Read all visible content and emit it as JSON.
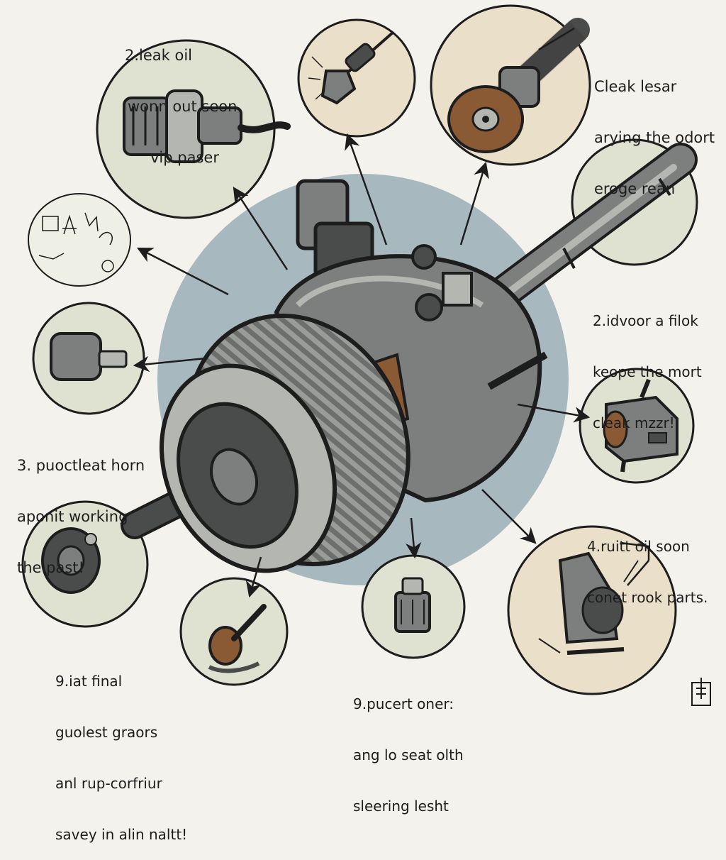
{
  "colors": {
    "background": "#f4f2ec",
    "hub_disc": "#a7b8be",
    "sage_circle": "#dfe2d1",
    "tan_circle": "#eadfc8",
    "metal_dark": "#4a4b4b",
    "metal_mid": "#7d7f7e",
    "metal_light": "#b4b6b2",
    "copper": "#8a5a34",
    "ink": "#1d1d1d"
  },
  "labels": {
    "top_left": [
      "2.leak oil",
      "wonn out seon",
      "vip paser"
    ],
    "top_right": [
      "Cleak lesar",
      "arying the odort",
      "eroge rean"
    ],
    "mid_right": [
      "2.idvoor a filok",
      "keope the mort",
      "cleak mzzr!"
    ],
    "mid_left": [
      "3. puoctleat horn",
      "aponit working",
      "the past!"
    ],
    "lower_right": [
      "4.ruitt oil soon",
      "conet rook parts."
    ],
    "bottom_left": [
      "9.iat final",
      "guolest graors",
      "anl rup-corfriur",
      "savey in alin naltt!"
    ],
    "bottom_center": [
      "9.pucert oner:",
      "ang lo seat olth",
      "sleering lesht"
    ]
  },
  "icons": [
    "transmission-assembly-illustration",
    "worn-seal-fitting-icon",
    "leaking-nozzle-icon",
    "clutch-disc-shaft-icon",
    "output-shaft-icon",
    "debris-scene-icon",
    "bushing-bolt-icon",
    "sensor-block-icon",
    "flange-coupling-icon",
    "small-disc-part-icon",
    "spline-fitting-icon",
    "broken-parts-pile-icon",
    "signature-mark-icon"
  ]
}
